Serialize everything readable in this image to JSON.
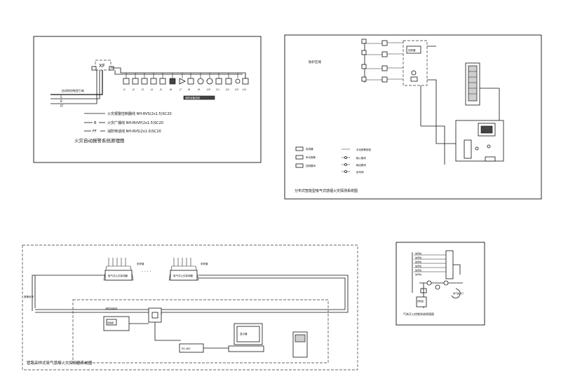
{
  "panels": {
    "top_left": {
      "title": "火灾自动报警系统原理图",
      "subtitle": "",
      "node_label": "XF",
      "feed_label": "由消防控制室引来",
      "line_s": "S",
      "line_b": "B",
      "line_ff": "FF",
      "device_labels": [
        "J1",
        "J2",
        "J3",
        "J4",
        "J5",
        "J6",
        "J7",
        "J8",
        "J9",
        "J10",
        "J11",
        "J12",
        "J13",
        "J14"
      ],
      "highlight": "消防设备控制",
      "legend": [
        {
          "code": "",
          "text": "火灾报警控制器线  NH-RVS(2x1.5)SC20"
        },
        {
          "code": "B",
          "text": "火灾广播线  NH-RVVP(2x1.5)SC20"
        },
        {
          "code": "FF",
          "text": "消防电话线  NH-RVS(2x1.0)SC20"
        }
      ]
    },
    "top_right": {
      "title": "分布式智能型吸气式感烟火灾探测系统图",
      "area_label": "防护区域",
      "controller_label": "控制器",
      "legend": [
        {
          "left": "探测器",
          "right": "手动报警按钮"
        },
        {
          "left": "声光报警",
          "right": "输入模块"
        },
        {
          "left": "控制模块",
          "right": "输出模块"
        },
        {
          "left": "",
          "right": "信号阀"
        }
      ]
    },
    "bottom_left": {
      "title": "管路采样式吸气感烟火灾探测器系统图",
      "unit_label": "吸气式火灾探测器",
      "pipe_label": "采样管",
      "ellipsis": "· · · ·",
      "room_label": "消防控制室",
      "controller_label": "控制器",
      "monitor_label": "显示器",
      "module_label": "RS-485",
      "left_label": "报警信号"
    },
    "bottom_right": {
      "title": "气体灭火控制系统原理图",
      "lines": [
        "信号线",
        "信号线",
        "信号线",
        "信号线",
        "信号线",
        "信号线"
      ],
      "labels": [
        "控制盘",
        "放气指示灯"
      ]
    }
  }
}
